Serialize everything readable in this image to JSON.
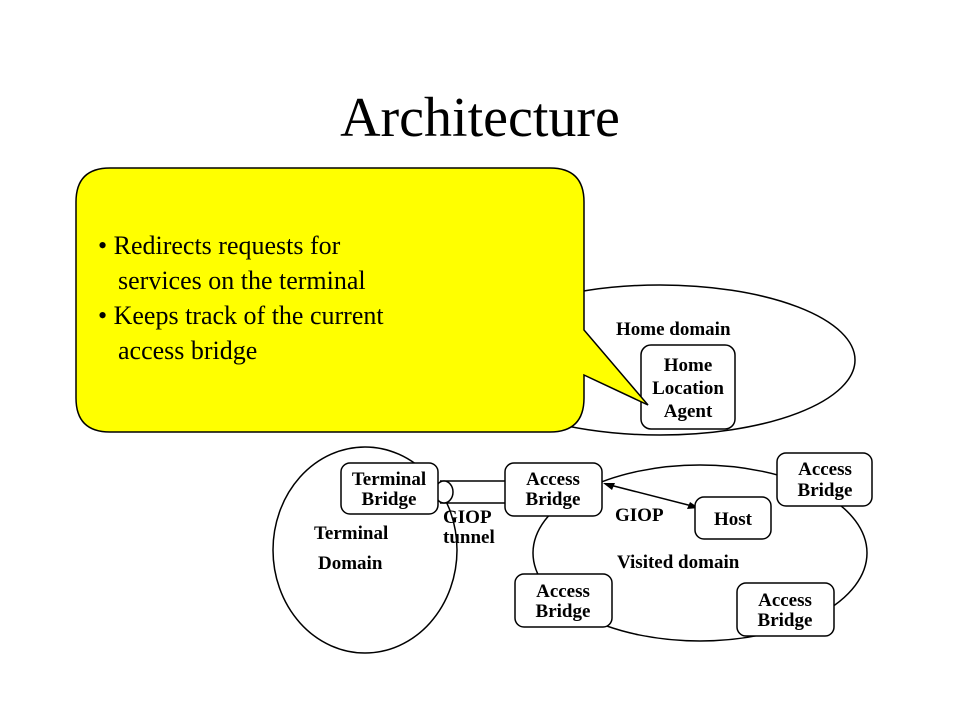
{
  "title": "Architecture",
  "callout": {
    "color": "#ffff00",
    "bullets": [
      {
        "line1": "Redirects requests for",
        "line2": "services on the terminal"
      },
      {
        "line1": "Keeps track of the current",
        "line2": "access bridge"
      }
    ]
  },
  "diagram": {
    "home_domain_label": "Home domain",
    "home_location_agent": [
      "Home",
      "Location",
      "Agent"
    ],
    "terminal_bridge": [
      "Terminal",
      "Bridge"
    ],
    "terminal_domain": [
      "Terminal",
      "Domain"
    ],
    "giop_tunnel": [
      "GIOP",
      "tunnel"
    ],
    "access_bridge_main": [
      "Access",
      "Bridge"
    ],
    "giop_label": "GIOP",
    "host": "Host",
    "access_bridge_top_right": [
      "Access",
      "Bridge"
    ],
    "visited_domain_label": "Visited domain",
    "access_bridge_bottom_left": [
      "Access",
      "Bridge"
    ],
    "access_bridge_bottom_right": [
      "Access",
      "Bridge"
    ]
  }
}
